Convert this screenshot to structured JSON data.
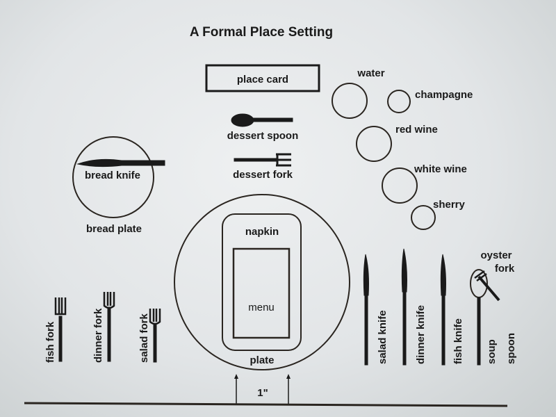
{
  "title": "A Formal Place Setting",
  "place_card": "place card",
  "dessert": {
    "spoon": "dessert spoon",
    "fork": "dessert fork"
  },
  "bread": {
    "knife": "bread knife",
    "plate": "bread plate"
  },
  "glasses": [
    {
      "label": "water"
    },
    {
      "label": "champagne"
    },
    {
      "label": "red wine"
    },
    {
      "label": "white wine"
    },
    {
      "label": "sherry"
    }
  ],
  "center": {
    "napkin": "napkin",
    "menu": "menu",
    "plate": "plate",
    "measure": "1\""
  },
  "forks_left": [
    {
      "label": "fish fork"
    },
    {
      "label": "dinner fork"
    },
    {
      "label": "salad fork"
    }
  ],
  "right_utensils": [
    {
      "label": "salad knife"
    },
    {
      "label": "dinner knife"
    },
    {
      "label": "fish knife"
    },
    {
      "label": "soup"
    },
    {
      "label": "spoon"
    }
  ],
  "oyster_fork": {
    "line1": "oyster",
    "line2": "fork"
  }
}
